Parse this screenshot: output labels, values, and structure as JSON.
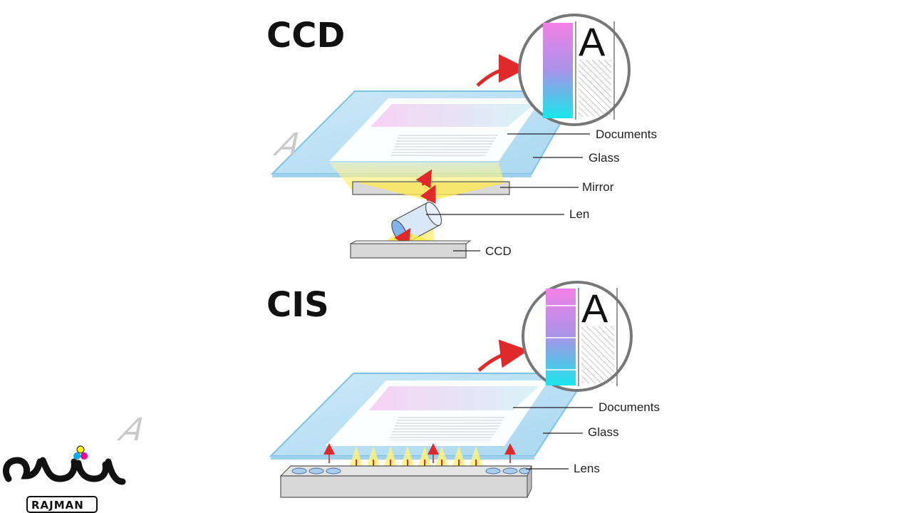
{
  "ccd": {
    "title": "CCD",
    "labels": {
      "documents": "Documents",
      "glass": "Glass",
      "mirror": "Mirror",
      "len": "Len",
      "sensor": "CCD"
    },
    "zoom_letter": "A"
  },
  "cis": {
    "title": "CIS",
    "labels": {
      "documents": "Documents",
      "glass": "Glass",
      "lens": "Lens"
    },
    "zoom_letter": "A"
  },
  "logo": {
    "latin": "RAJMAN",
    "colors": [
      "#00aeef",
      "#ec008c",
      "#fff200"
    ]
  },
  "colors": {
    "glass": "#bfe3f5",
    "glass_edge": "#7ec3e6",
    "beam": "#fff27a",
    "arrow": "#e0292b",
    "gradient_top": "#f47fe8",
    "gradient_bottom": "#19e6ea"
  }
}
